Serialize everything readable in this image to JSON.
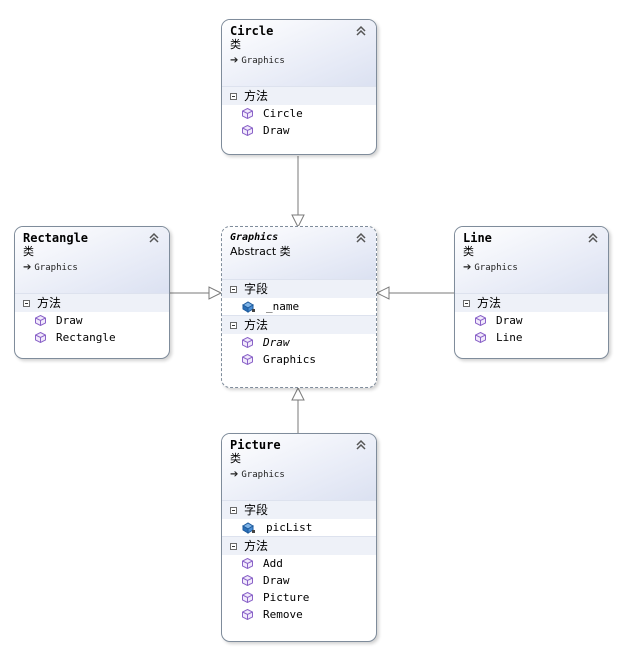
{
  "classes": {
    "circle": {
      "name": "Circle",
      "kind": "类",
      "base": "Graphics",
      "method_header": "方法",
      "methods": [
        "Circle",
        "Draw"
      ]
    },
    "rectangle": {
      "name": "Rectangle",
      "kind": "类",
      "base": "Graphics",
      "method_header": "方法",
      "methods": [
        "Draw",
        "Rectangle"
      ]
    },
    "graphics": {
      "name": "Graphics",
      "kind": "Abstract 类",
      "field_header": "字段",
      "fields": [
        "_name"
      ],
      "method_header": "方法",
      "methods": [
        "Draw",
        "Graphics"
      ]
    },
    "line": {
      "name": "Line",
      "kind": "类",
      "base": "Graphics",
      "method_header": "方法",
      "methods": [
        "Draw",
        "Line"
      ]
    },
    "picture": {
      "name": "Picture",
      "kind": "类",
      "base": "Graphics",
      "field_header": "字段",
      "fields": [
        "picList"
      ],
      "method_header": "方法",
      "methods": [
        "Add",
        "Draw",
        "Picture",
        "Remove"
      ]
    }
  },
  "colors": {
    "border": "#7f8c9b",
    "header_gradient": "#dbe1f1",
    "method_icon": "#8a63c8",
    "field_icon": "#2a6fb8",
    "connector": "#7a7a7a"
  },
  "icons": {
    "collapse": "double-chevron-up-icon",
    "method": "method-cube-icon",
    "field": "field-icon",
    "inherits": "arrow-right-icon",
    "section_toggle": "minus-box-icon"
  }
}
